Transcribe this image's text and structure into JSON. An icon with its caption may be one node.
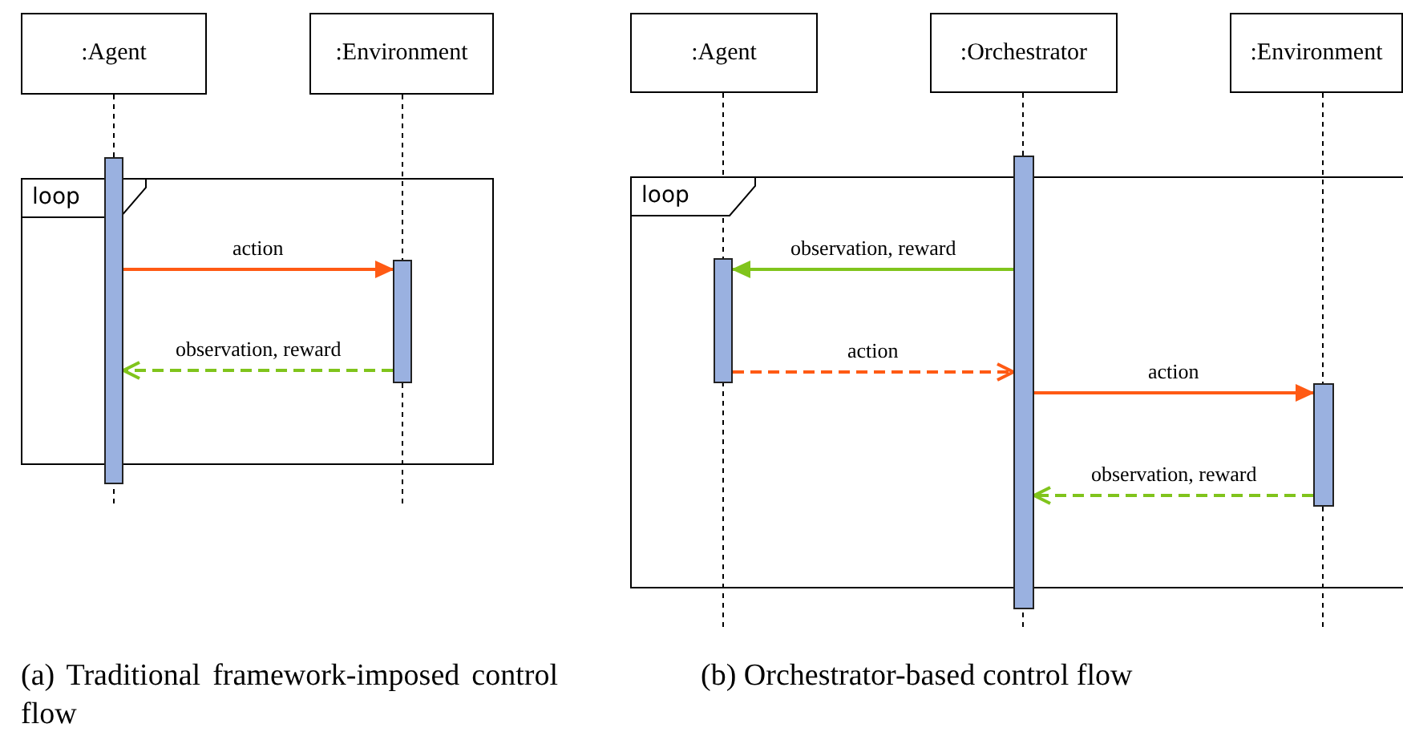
{
  "diagram": {
    "nodes": [
      {
        "text": [
          ":Agent"
        ]
      },
      {
        "text": [
          ":Environment"
        ]
      },
      {
        "text": [
          "loop"
        ]
      },
      {
        "text": [],
        "shape": "bar"
      },
      {
        "text": [],
        "shape": "bar",
        "in": 2
      },
      {
        "text": [
          ":Agent"
        ]
      },
      {
        "text": [
          ":Orchestrator"
        ]
      },
      {
        "text": [
          ":Environment"
        ]
      },
      {
        "text": [
          "loop"
        ]
      },
      {
        "text": [],
        "shape": "bar"
      },
      {
        "text": [],
        "shape": "bar",
        "in": 8
      },
      {
        "text": [],
        "shape": "bar",
        "in": 8
      }
    ],
    "edges": [
      {
        "from": 3,
        "to": 4,
        "arrow": "to",
        "label": "action",
        "color": "#ff5a14"
      },
      {
        "from": 4,
        "to": 3,
        "arrow": "to",
        "label": "observation, reward",
        "style": "dashed",
        "color": "#80c41c"
      },
      {
        "from": 9,
        "to": 10,
        "arrow": "to",
        "label": "observation, reward",
        "color": "#80c41c"
      },
      {
        "from": 10,
        "to": 9,
        "arrow": "to",
        "label": "action",
        "style": "dashed",
        "color": "#ff5a14"
      },
      {
        "from": 9,
        "to": 11,
        "arrow": "to",
        "label": "action",
        "color": "#ff5a14"
      },
      {
        "from": 11,
        "to": 9,
        "arrow": "to",
        "label": "observation, reward",
        "style": "dashed",
        "color": "#80c41c"
      }
    ],
    "labels": [
      "(a) Traditional framework-imposed control flow",
      "(b) Orchestrator-based control flow"
    ]
  }
}
